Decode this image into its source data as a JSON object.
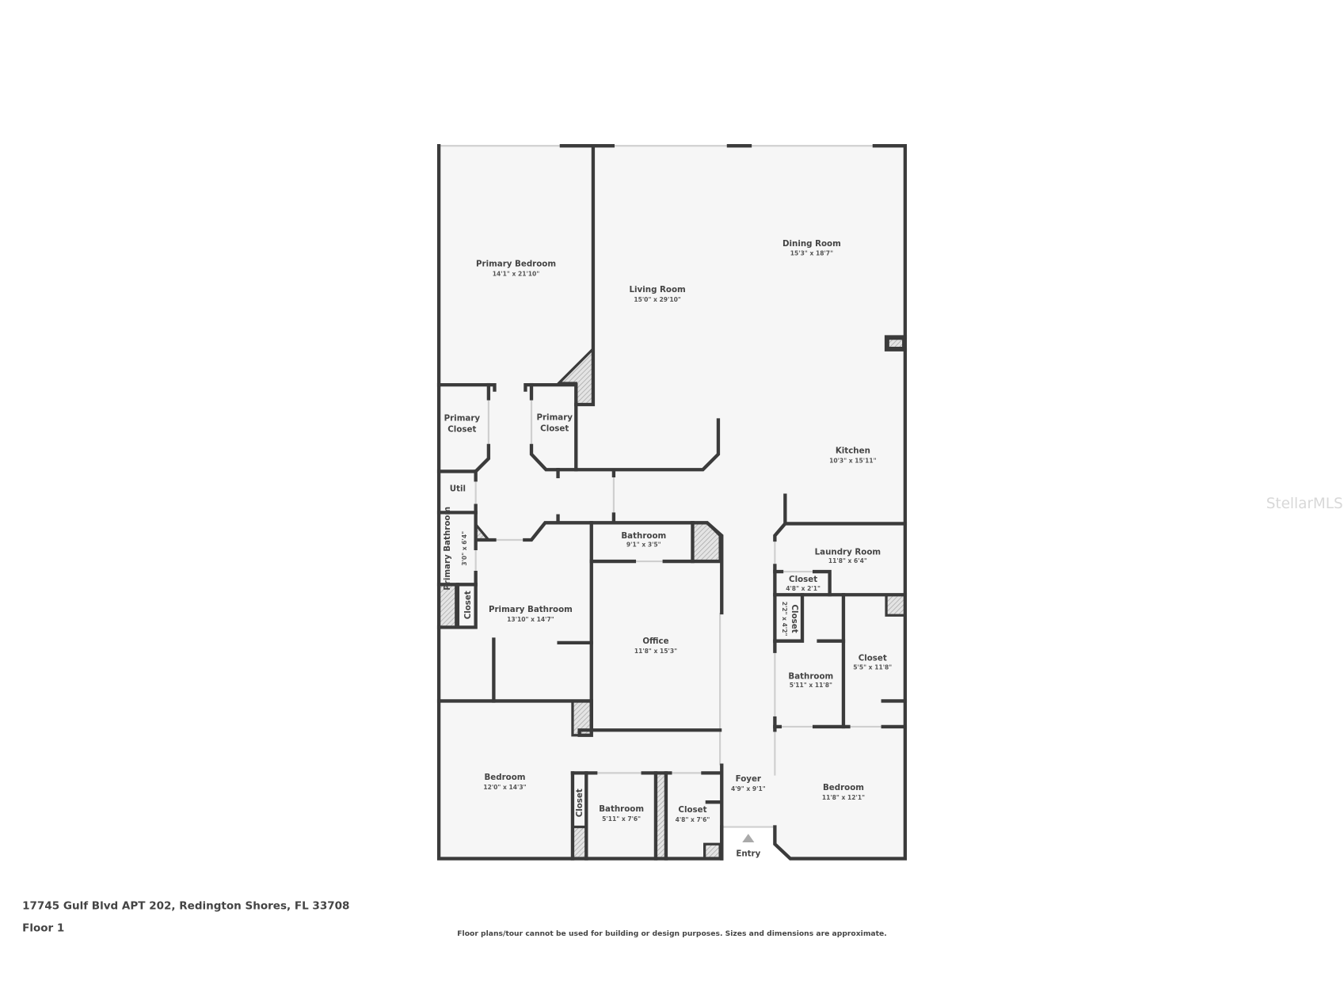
{
  "rooms": [
    {
      "name": "Primary Bedroom",
      "dims": "14'1\" x 21'10\""
    },
    {
      "name": "Living Room",
      "dims": "15'0\" x 29'10\""
    },
    {
      "name": "Dining Room",
      "dims": "15'3\" x 18'7\""
    },
    {
      "name": "Kitchen",
      "dims": "10'3\" x 15'11\""
    },
    {
      "name": "Primary Closet",
      "dims": ""
    },
    {
      "name": "Primary Closet",
      "dims": ""
    },
    {
      "name": "Util",
      "dims": ""
    },
    {
      "name": "Primary Bathroom",
      "dims": "3'0\" x 6'4\""
    },
    {
      "name": "Closet",
      "dims": ""
    },
    {
      "name": "Bathroom",
      "dims": "9'1\" x 3'5\""
    },
    {
      "name": "Primary Bathroom",
      "dims": "13'10\" x 14'7\""
    },
    {
      "name": "Office",
      "dims": "11'8\" x 15'3\""
    },
    {
      "name": "Laundry Room",
      "dims": "11'8\" x 6'4\""
    },
    {
      "name": "Closet",
      "dims": "4'8\" x 2'1\""
    },
    {
      "name": "Closet",
      "dims": "2'2\" x 4'2\""
    },
    {
      "name": "Bathroom",
      "dims": "5'11\" x 11'8\""
    },
    {
      "name": "Closet",
      "dims": "5'5\" x 11'8\""
    },
    {
      "name": "Bedroom",
      "dims": "12'0\" x 14'3\""
    },
    {
      "name": "Closet",
      "dims": ""
    },
    {
      "name": "Bathroom",
      "dims": "5'11\" x 7'6\""
    },
    {
      "name": "Closet",
      "dims": "4'8\" x 7'6\""
    },
    {
      "name": "Foyer",
      "dims": "4'9\" x 9'1\""
    },
    {
      "name": "Bedroom",
      "dims": "11'8\" x 12'1\""
    }
  ],
  "entry_label": "Entry",
  "footer": {
    "address": "17745 Gulf Blvd APT 202, Redington Shores, FL 33708",
    "floor": "Floor 1",
    "disclaimer": "Floor plans/tour cannot be used for building or design purposes. Sizes and dimensions are approximate."
  },
  "watermark": "StellarMLS",
  "colors": {
    "wall": "#3b3b3b",
    "floor": "#f6f6f6",
    "text": "#444444"
  }
}
